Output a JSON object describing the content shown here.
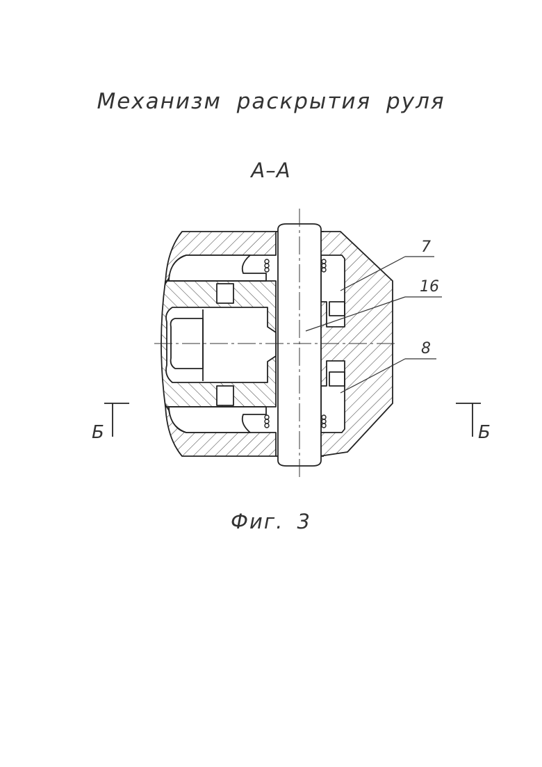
{
  "title": "Механизм раскрытия руля",
  "section_label": "А–А",
  "figure_caption": "Фиг. 3",
  "callouts": {
    "part_7": "7",
    "part_16": "16",
    "part_8": "8"
  },
  "section_marks": {
    "left": "Б",
    "right": "Б"
  },
  "colors": {
    "line": "#222222",
    "hatch": "#444444",
    "background": "#ffffff"
  }
}
